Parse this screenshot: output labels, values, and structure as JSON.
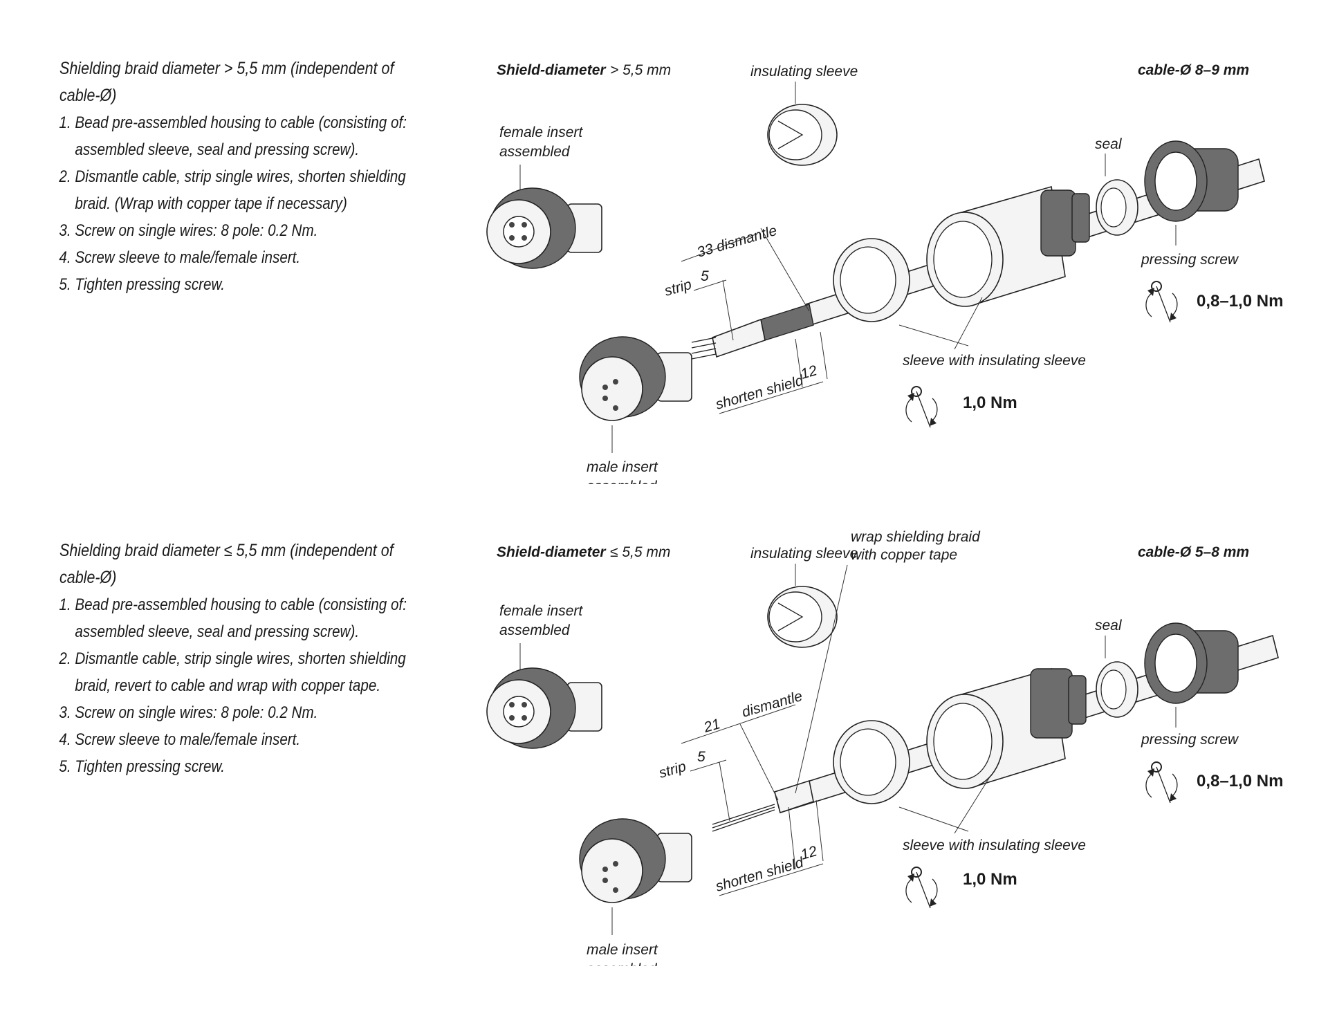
{
  "panels": [
    {
      "heading": "Shielding braid diameter  > 5,5 mm (independent of cable-Ø)",
      "steps": [
        "Bead pre-assembled housing to cable (consisting of: assembled sleeve, seal and pressing screw).",
        "Dismantle cable, strip single wires, shorten shielding braid. (Wrap with copper tape if necessary)",
        "Screw on single wires: 8 pole: 0.2 Nm.",
        "Screw sleeve to male/female insert.",
        "Tighten pressing screw."
      ],
      "shield_label": "Shield-diameter",
      "shield_value": "> 5,5 mm",
      "cable_label": "cable-Ø 8–9 mm",
      "insulating_sleeve": "insulating sleeve",
      "female_insert": [
        "female insert",
        "assembled"
      ],
      "male_insert": [
        "male insert",
        "assembled"
      ],
      "seal": "seal",
      "pressing_screw": "pressing screw",
      "pressing_torque": "0,8–1,0 Nm",
      "sleeve_label": "sleeve with insulating sleeve",
      "sleeve_torque": "1,0 Nm",
      "dismantle_dim": "33 dismantle",
      "strip_label": "strip",
      "strip_dim": "5",
      "shorten_label": "shorten shield",
      "shorten_dim": "12"
    },
    {
      "heading": "Shielding braid diameter  ≤ 5,5 mm (independent of cable-Ø)",
      "steps": [
        "Bead pre-assembled housing to cable (consisting of: assembled sleeve, seal and pressing screw).",
        "Dismantle cable, strip single wires, shorten shielding braid, revert to cable and wrap with copper tape.",
        "Screw on single wires: 8 pole: 0.2 Nm.",
        "Screw sleeve to male/female insert.",
        "Tighten pressing screw."
      ],
      "shield_label": "Shield-diameter",
      "shield_value": "≤ 5,5 mm",
      "cable_label": "cable-Ø 5–8 mm",
      "insulating_sleeve": "insulating sleeve",
      "female_insert": [
        "female insert",
        "assembled"
      ],
      "male_insert": [
        "male insert",
        "assembled"
      ],
      "seal": "seal",
      "pressing_screw": "pressing screw",
      "pressing_torque": "0,8–1,0 Nm",
      "sleeve_label": "sleeve with insulating sleeve",
      "sleeve_torque": "1,0 Nm",
      "dismantle_num": "21",
      "dismantle_word": "dismantle",
      "strip_label": "strip",
      "strip_dim": "5",
      "shorten_label": "shorten shield",
      "shorten_dim": "12",
      "wrap_label": [
        "wrap shielding braid",
        "with copper tape"
      ]
    }
  ]
}
